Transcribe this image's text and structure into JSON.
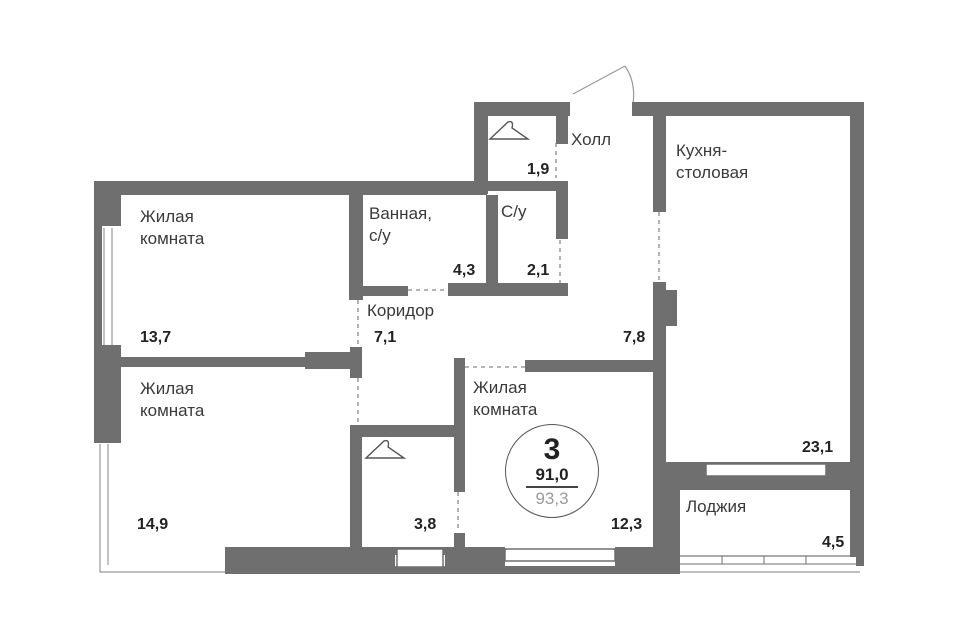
{
  "plan": {
    "colors": {
      "wall": "#6f6f6f",
      "line": "#999999",
      "text": "#3a3a3a"
    },
    "rooms": [
      {
        "id": "living1",
        "name_lines": [
          "Жилая",
          "комната"
        ],
        "area": "13,7"
      },
      {
        "id": "living2",
        "name_lines": [
          "Жилая",
          "комната"
        ],
        "area": "14,9"
      },
      {
        "id": "bathroom",
        "name_lines": [
          "Ванная,",
          "с/у"
        ],
        "area": "4,3"
      },
      {
        "id": "toilet",
        "name_lines": [
          "С/у"
        ],
        "area": "2,1"
      },
      {
        "id": "wardrobe1",
        "name_lines": [],
        "area": "1,9",
        "icon": "hanger-icon"
      },
      {
        "id": "hall",
        "name_lines": [
          "Холл"
        ],
        "area": "7,8"
      },
      {
        "id": "kitchen",
        "name_lines": [
          "Кухня-",
          "столовая"
        ],
        "area": "23,1"
      },
      {
        "id": "corridor",
        "name_lines": [
          "Коридор"
        ],
        "area": "7,1"
      },
      {
        "id": "living3",
        "name_lines": [
          "Жилая",
          "комната"
        ],
        "area": "12,3"
      },
      {
        "id": "wardrobe2",
        "name_lines": [],
        "area": "3,8",
        "icon": "hanger-icon"
      },
      {
        "id": "loggia",
        "name_lines": [
          "Лоджия"
        ],
        "area": "4,5"
      }
    ],
    "badge": {
      "rooms": "3",
      "living_area": "91,0",
      "total_area": "93,3"
    }
  }
}
